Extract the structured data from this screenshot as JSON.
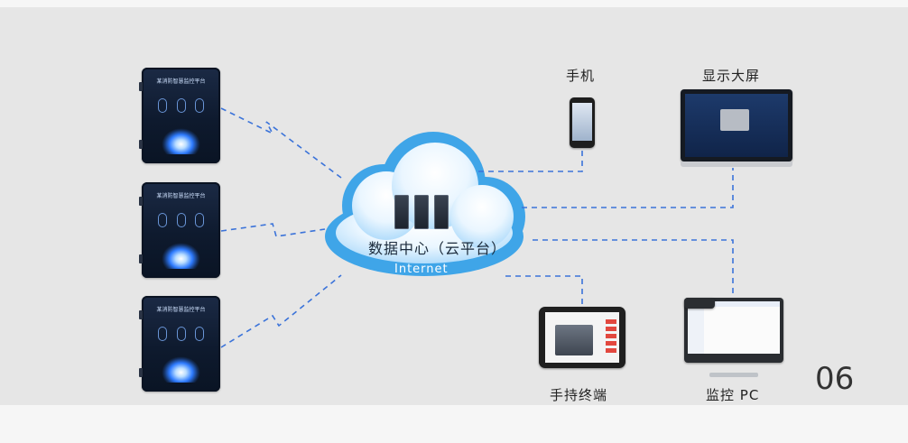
{
  "nodes": {
    "phone": "手机",
    "display": "显示大屏",
    "handheld": "手持终端",
    "pc": "监控 PC"
  },
  "cloud": {
    "title": "数据中心（云平台）",
    "subtitle": "Internet"
  },
  "device_header": "某消防智慧监控平台",
  "page_number": "06",
  "colors": {
    "link": "#3b73d9",
    "cloud": "#3fa5e8"
  }
}
